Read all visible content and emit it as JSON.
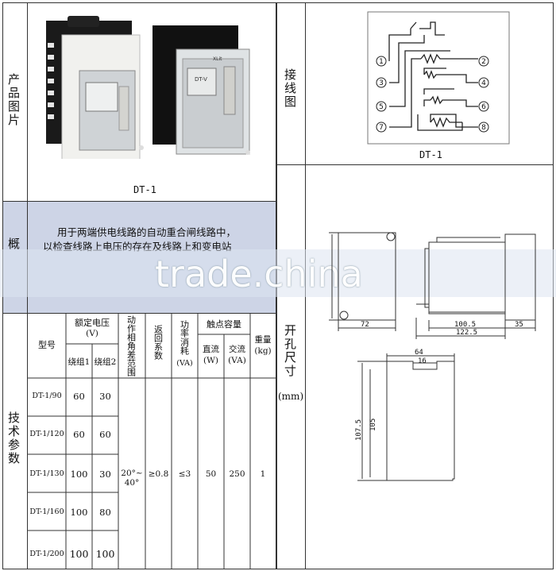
{
  "labels": {
    "product_photo": "产品图片",
    "wiring_diagram": "接线图",
    "overview": "概",
    "tech_params": "技术参数",
    "cutout": "开孔尺寸",
    "cutout_unit": "(mm)"
  },
  "photo_caption": "DT-1",
  "wiring_caption": "DT-1",
  "device_label": "DT-V",
  "device_brand": "XLit",
  "description_lines": [
    "用于两端供电线路的自动重合闸线路中，",
    "以检查线路上电压的存在及线路上和变电站"
  ],
  "watermark": "trade.china",
  "table": {
    "h_model": "型号",
    "h_rated_voltage": "额定电压",
    "h_rated_voltage_unit": "(V)",
    "h_winding1": "绕组1",
    "h_winding2": "绕组2",
    "h_phase_angle": "动作相角差范围",
    "h_return": "返回系数",
    "h_power": "功率消耗",
    "h_power_unit": "(VA)",
    "h_contact": "触点容量",
    "h_dc": "直流",
    "h_dc_unit": "(W)",
    "h_ac": "交流",
    "h_ac_unit": "(VA)",
    "h_weight": "重量",
    "h_weight_unit": "(kg)",
    "rows": [
      {
        "model": "DT-1/90",
        "w1": "60",
        "w2": "30"
      },
      {
        "model": "DT-1/120",
        "w1": "60",
        "w2": "60"
      },
      {
        "model": "DT-1/130",
        "w1": "100",
        "w2": "30"
      },
      {
        "model": "DT-1/160",
        "w1": "100",
        "w2": "80"
      },
      {
        "model": "DT-1/200",
        "w1": "100",
        "w2": "100"
      }
    ],
    "phase_angle": "20°~40°",
    "return_coef": "≥0.8",
    "power": "≤3",
    "dc": "50",
    "ac": "250",
    "weight": "1"
  },
  "terminals": [
    "1",
    "2",
    "3",
    "4",
    "5",
    "6",
    "7",
    "8"
  ],
  "dims": {
    "d72": "72",
    "d100_5": "100.5",
    "d122_5": "122.5",
    "d35": "35",
    "d64": "64",
    "d16": "16",
    "d107_5": "107.5",
    "d105": "105"
  }
}
